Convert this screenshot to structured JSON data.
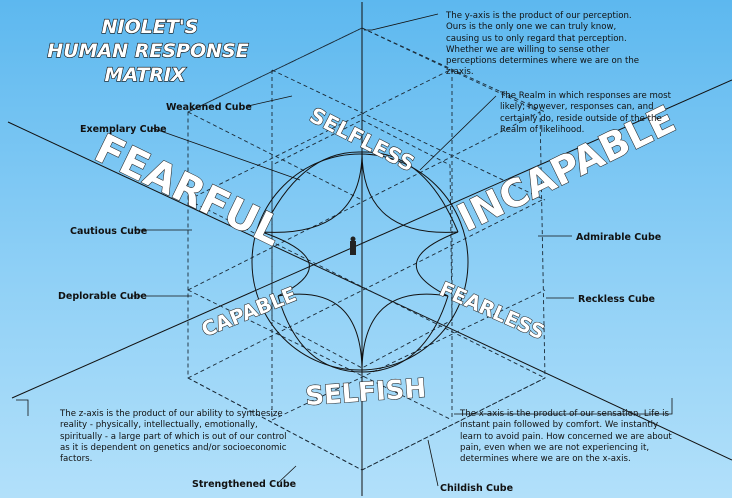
{
  "title": [
    "NIOLET'S",
    "HUMAN RESPONSE",
    "MATRIX"
  ],
  "words": {
    "fearful": "FEARFUL",
    "incapable": "INCAPABLE",
    "selfless": "SELFLESS",
    "selfish": "SELFISH",
    "capable": "CAPABLE",
    "fearless": "FEARLESS"
  },
  "cubes": {
    "weakened": "Weakened Cube",
    "exemplary": "Exemplary Cube",
    "cautious": "Cautious Cube",
    "deplorable": "Deplorable Cube",
    "strengthened": "Strengthened Cube",
    "admirable": "Admirable Cube",
    "reckless": "Reckless Cube",
    "childish": "Childish Cube"
  },
  "notes": {
    "y_axis": "The y-axis is the product of our perception. Ours is the only one we can truly know, causing us to only regard that perception. Whether we are willing to sense other perceptions determines where we are on the z-axis.",
    "realm": "The Realm in which responses are most likely; however, responses can, and certainly do, reside outside of the the Realm of likelihood.",
    "z_axis": "The z-axis is the product of our ability to synthesize reality - physically, intellectually, emotionally, spiritually - a large part of which is out of our control as it is dependent on genetics and/or socioeconomic factors.",
    "x_axis": "The x-axis is the product of our sensation. Life is instant pain followed by comfort. We instantly learn to avoid pain. How concerned we are about pain, even when we are not experiencing it, determines where we are on the x-axis."
  }
}
